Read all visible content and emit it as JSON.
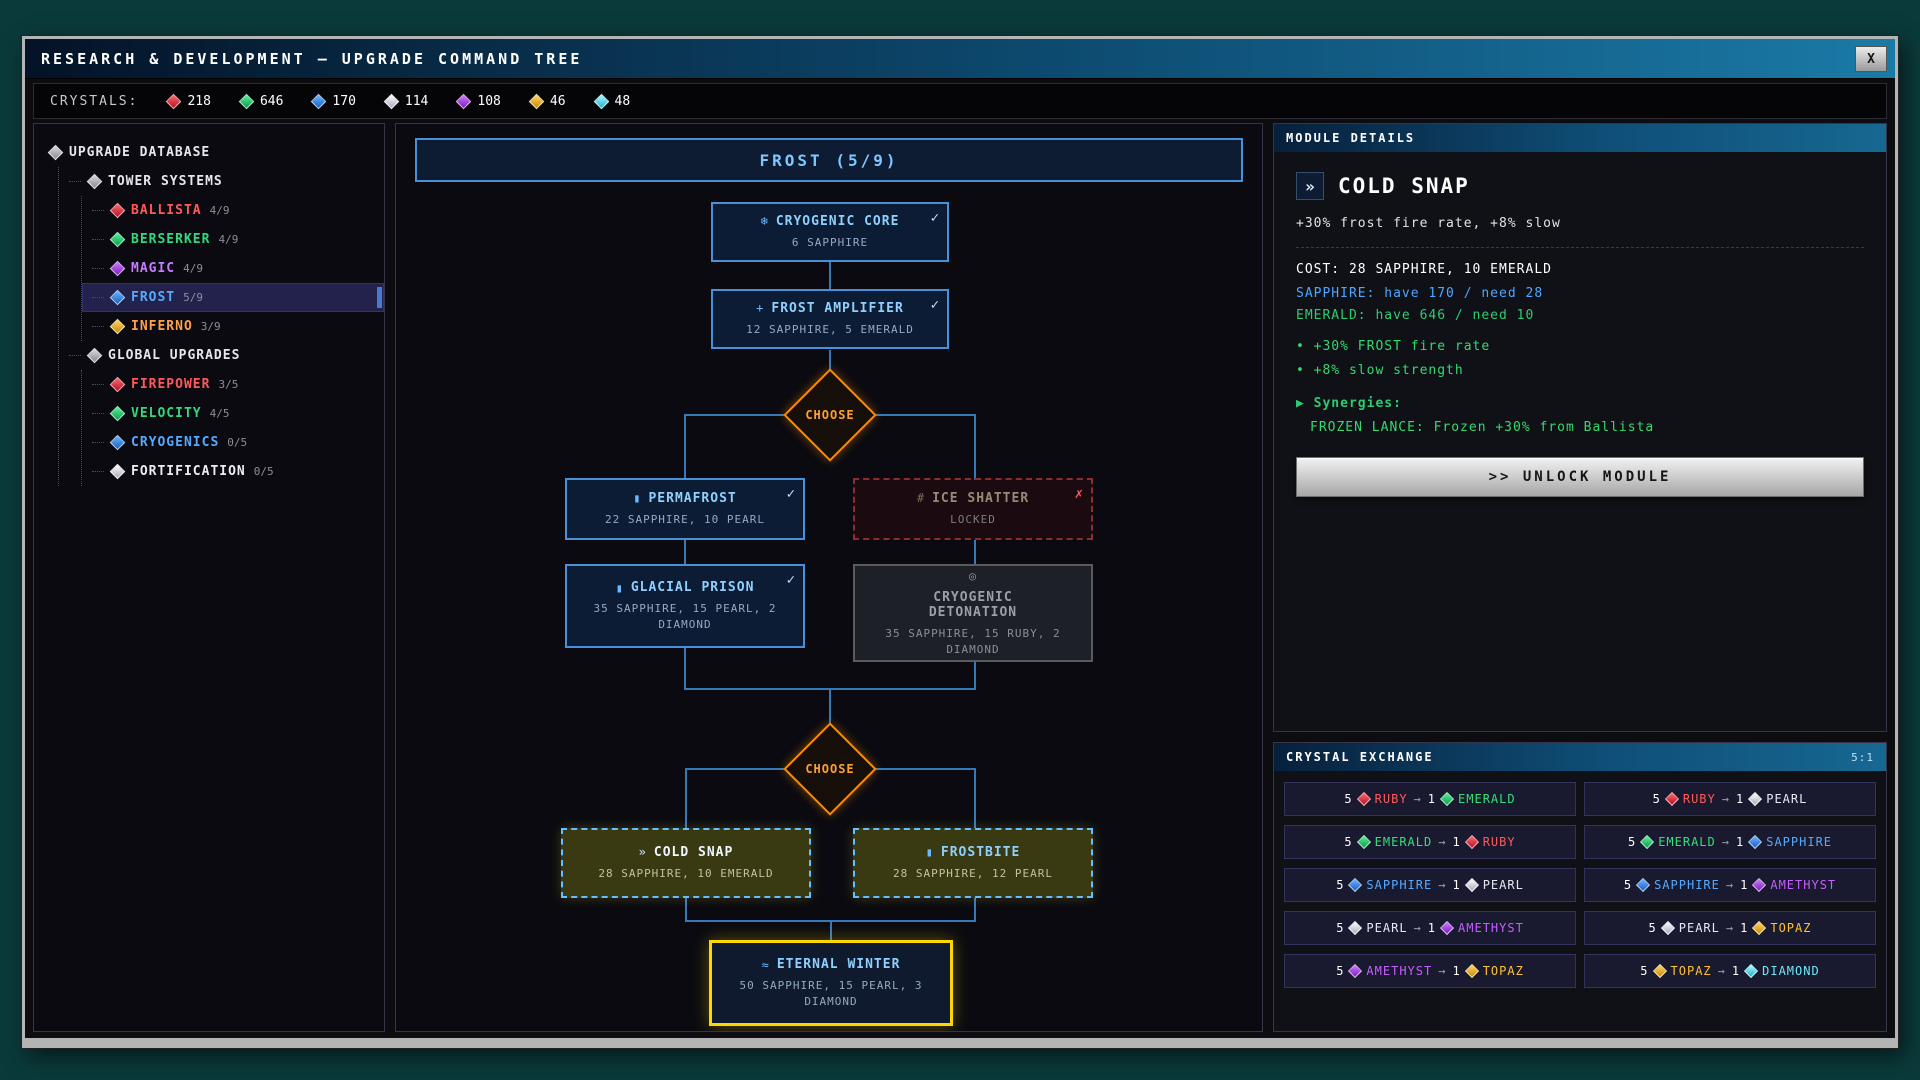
{
  "window": {
    "title": "RESEARCH & DEVELOPMENT — UPGRADE COMMAND TREE",
    "close_label": "X"
  },
  "crystals": {
    "label": "CRYSTALS:",
    "items": [
      {
        "name": "ruby",
        "count": "218"
      },
      {
        "name": "emerald",
        "count": "646"
      },
      {
        "name": "sapphire",
        "count": "170"
      },
      {
        "name": "pearl",
        "count": "114"
      },
      {
        "name": "amethyst",
        "count": "108"
      },
      {
        "name": "topaz",
        "count": "46"
      },
      {
        "name": "diamond",
        "count": "48"
      }
    ]
  },
  "sidebar": {
    "root_label": "UPGRADE DATABASE",
    "groups": [
      {
        "label": "TOWER SYSTEMS",
        "items": [
          {
            "label": "BALLISTA",
            "progress": "4/9"
          },
          {
            "label": "BERSERKER",
            "progress": "4/9"
          },
          {
            "label": "MAGIC",
            "progress": "4/9"
          },
          {
            "label": "FROST",
            "progress": "5/9"
          },
          {
            "label": "INFERNO",
            "progress": "3/9"
          }
        ]
      },
      {
        "label": "GLOBAL UPGRADES",
        "items": [
          {
            "label": "FIREPOWER",
            "progress": "3/5"
          },
          {
            "label": "VELOCITY",
            "progress": "4/5"
          },
          {
            "label": "CRYOGENICS",
            "progress": "0/5"
          },
          {
            "label": "FORTIFICATION",
            "progress": "0/5"
          }
        ]
      }
    ]
  },
  "tree": {
    "header": "FROST (5/9)",
    "choose_label": "CHOOSE",
    "nodes": {
      "cryogenic_core": {
        "icon": "❄",
        "title": "CRYOGENIC CORE",
        "status": "✓",
        "cost": "6 SAPPHIRE"
      },
      "frost_amplifier": {
        "icon": "+",
        "title": "FROST AMPLIFIER",
        "status": "✓",
        "cost": "12 SAPPHIRE, 5 EMERALD"
      },
      "permafrost": {
        "icon": "▮",
        "title": "PERMAFROST",
        "status": "✓",
        "cost": "22 SAPPHIRE, 10 PEARL"
      },
      "ice_shatter": {
        "icon": "#",
        "title": "ICE SHATTER",
        "status": "✗",
        "cost": "LOCKED"
      },
      "glacial_prison": {
        "icon": "▮",
        "title": "GLACIAL PRISON",
        "status": "✓",
        "cost": "35 SAPPHIRE, 15 PEARL, 2 DIAMOND"
      },
      "cryogenic_detonation": {
        "icon": "◎",
        "title": "CRYOGENIC DETONATION",
        "cost": "35 SAPPHIRE, 15 RUBY, 2 DIAMOND"
      },
      "cold_snap": {
        "icon": "»",
        "title": "COLD SNAP",
        "cost": "28 SAPPHIRE, 10 EMERALD"
      },
      "frostbite": {
        "icon": "▮",
        "title": "FROSTBITE",
        "cost": "28 SAPPHIRE, 12 PEARL"
      },
      "eternal_winter": {
        "icon": "≈",
        "title": "ETERNAL WINTER",
        "cost": "50 SAPPHIRE, 15 PEARL, 3 DIAMOND"
      }
    }
  },
  "details": {
    "header": "MODULE DETAILS",
    "icon": "»",
    "title": "COLD SNAP",
    "description": "+30% frost fire rate, +8% slow",
    "cost_line": "COST: 28 SAPPHIRE, 10 EMERALD",
    "sapphire_line": "SAPPHIRE: have 170 / need 28",
    "emerald_line": "EMERALD: have 646 / need 10",
    "effects": [
      "• +30% FROST fire rate",
      "• +8% slow strength"
    ],
    "synergies_label": "▶ Synergies:",
    "synergy_line": "FROZEN LANCE: Frozen +30% from Ballista",
    "unlock_button": ">> UNLOCK MODULE"
  },
  "exchange": {
    "header": "CRYSTAL EXCHANGE",
    "rate": "5:1",
    "arrow": "→",
    "rows": [
      {
        "from_qty": "5",
        "from": "RUBY",
        "to_qty": "1",
        "to": "EMERALD"
      },
      {
        "from_qty": "5",
        "from": "RUBY",
        "to_qty": "1",
        "to": "PEARL"
      },
      {
        "from_qty": "5",
        "from": "EMERALD",
        "to_qty": "1",
        "to": "RUBY"
      },
      {
        "from_qty": "5",
        "from": "EMERALD",
        "to_qty": "1",
        "to": "SAPPHIRE"
      },
      {
        "from_qty": "5",
        "from": "SAPPHIRE",
        "to_qty": "1",
        "to": "PEARL"
      },
      {
        "from_qty": "5",
        "from": "SAPPHIRE",
        "to_qty": "1",
        "to": "AMETHYST"
      },
      {
        "from_qty": "5",
        "from": "PEARL",
        "to_qty": "1",
        "to": "AMETHYST"
      },
      {
        "from_qty": "5",
        "from": "PEARL",
        "to_qty": "1",
        "to": "TOPAZ"
      },
      {
        "from_qty": "5",
        "from": "AMETHYST",
        "to_qty": "1",
        "to": "TOPAZ"
      },
      {
        "from_qty": "5",
        "from": "TOPAZ",
        "to_qty": "1",
        "to": "DIAMOND"
      }
    ]
  },
  "colors": {
    "ruby": "#e0233c",
    "emerald": "#17c964",
    "sapphire": "#2f7fe0",
    "pearl": "#dcdce6",
    "amethyst": "#9b30d9",
    "topaz": "#e8a81a",
    "diamond": "#35d6e8",
    "node_border": "#4a90d9",
    "choose_accent": "#ff8c00",
    "final_accent": "#ffd700",
    "selected_fill": "#3a3a12",
    "locked_red": "#8a2f2f"
  }
}
